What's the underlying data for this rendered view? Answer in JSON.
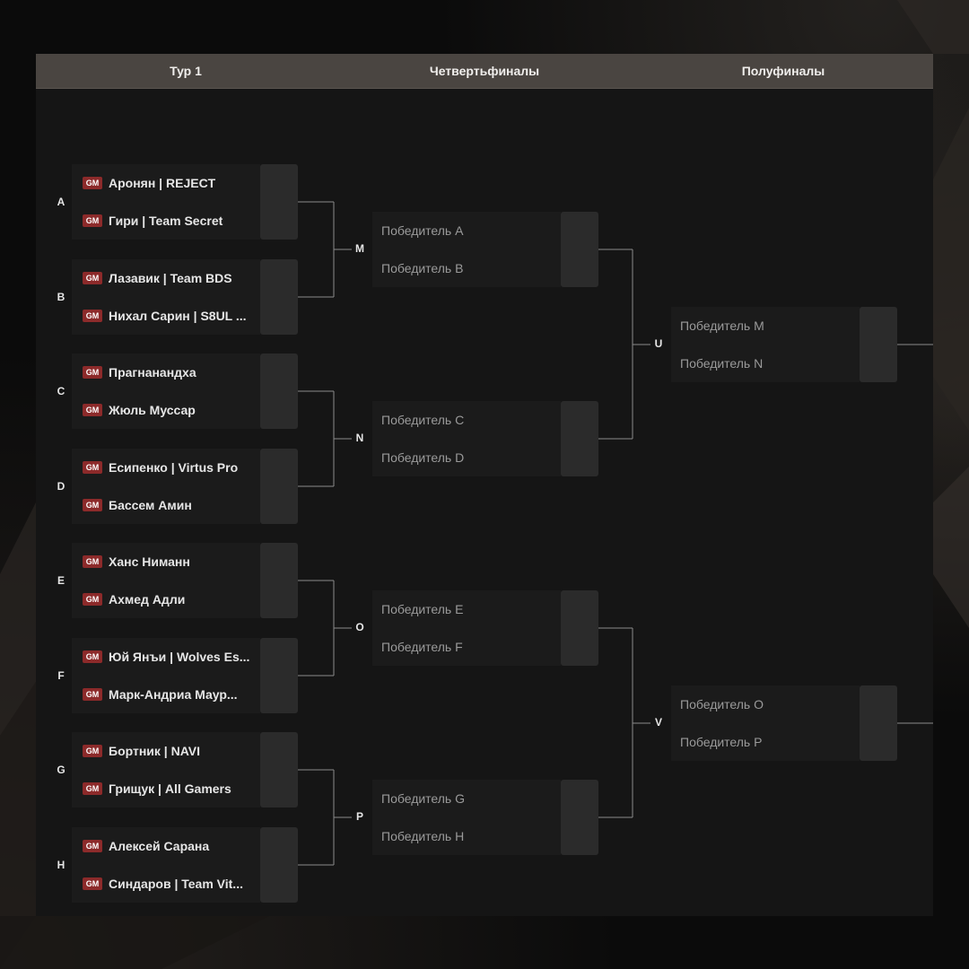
{
  "header": {
    "columns": [
      "Тур 1",
      "Четвертьфиналы",
      "Полуфиналы"
    ]
  },
  "badge": "GM",
  "round1": [
    {
      "id": "A",
      "players": [
        "Аронян | REJECT",
        "Гири | Team Secret"
      ]
    },
    {
      "id": "B",
      "players": [
        "Лазавик | Team BDS",
        "Нихал Сарин | S8UL ..."
      ]
    },
    {
      "id": "C",
      "players": [
        "Прагнанандха",
        "Жюль Муссар"
      ]
    },
    {
      "id": "D",
      "players": [
        "Есипенко | Virtus Pro",
        "Бассем Амин"
      ]
    },
    {
      "id": "E",
      "players": [
        "Ханс Ниманн",
        "Ахмед Адли"
      ]
    },
    {
      "id": "F",
      "players": [
        "Юй Янъи | Wolves Es...",
        "Марк-Андриа Маур..."
      ]
    },
    {
      "id": "G",
      "players": [
        "Бортник | NAVI",
        "Грищук | All Gamers"
      ]
    },
    {
      "id": "H",
      "players": [
        "Алексей Сарана",
        "Синдаров | Team Vit..."
      ]
    }
  ],
  "quarterfinals": [
    {
      "id": "M",
      "players": [
        "Победитель A",
        "Победитель B"
      ]
    },
    {
      "id": "N",
      "players": [
        "Победитель C",
        "Победитель D"
      ]
    },
    {
      "id": "O",
      "players": [
        "Победитель E",
        "Победитель F"
      ]
    },
    {
      "id": "P",
      "players": [
        "Победитель G",
        "Победитель H"
      ]
    }
  ],
  "semifinals": [
    {
      "id": "U",
      "players": [
        "Победитель M",
        "Победитель N"
      ]
    },
    {
      "id": "V",
      "players": [
        "Победитель O",
        "Победитель P"
      ]
    }
  ],
  "colors": {
    "badge": "#8c2a2a",
    "header": "#4a4541",
    "panel": "#151515",
    "connector": "#8a8a8a"
  }
}
